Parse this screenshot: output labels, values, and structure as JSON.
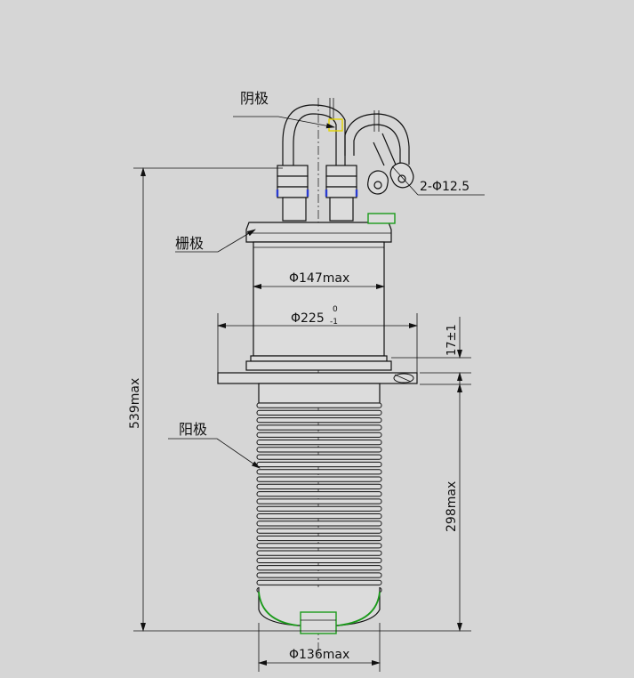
{
  "labels": {
    "cathode": "阴极",
    "grid": "栅极",
    "anode": "阳极"
  },
  "dimensions": {
    "hole": "2-Φ12.5",
    "d147": "Φ147max",
    "d225": "Φ225",
    "d225_upper_tol": "0",
    "d225_lower_tol": "-1",
    "h17": "17±1",
    "h539": "539max",
    "h298": "298max",
    "d136": "Φ136max"
  },
  "colors": {
    "background": "#d6d6d6",
    "line": "#111111",
    "green_mark": "#1a9a1a",
    "blue_mark": "#2a3bd0",
    "yellow_mark": "#e3d400"
  }
}
